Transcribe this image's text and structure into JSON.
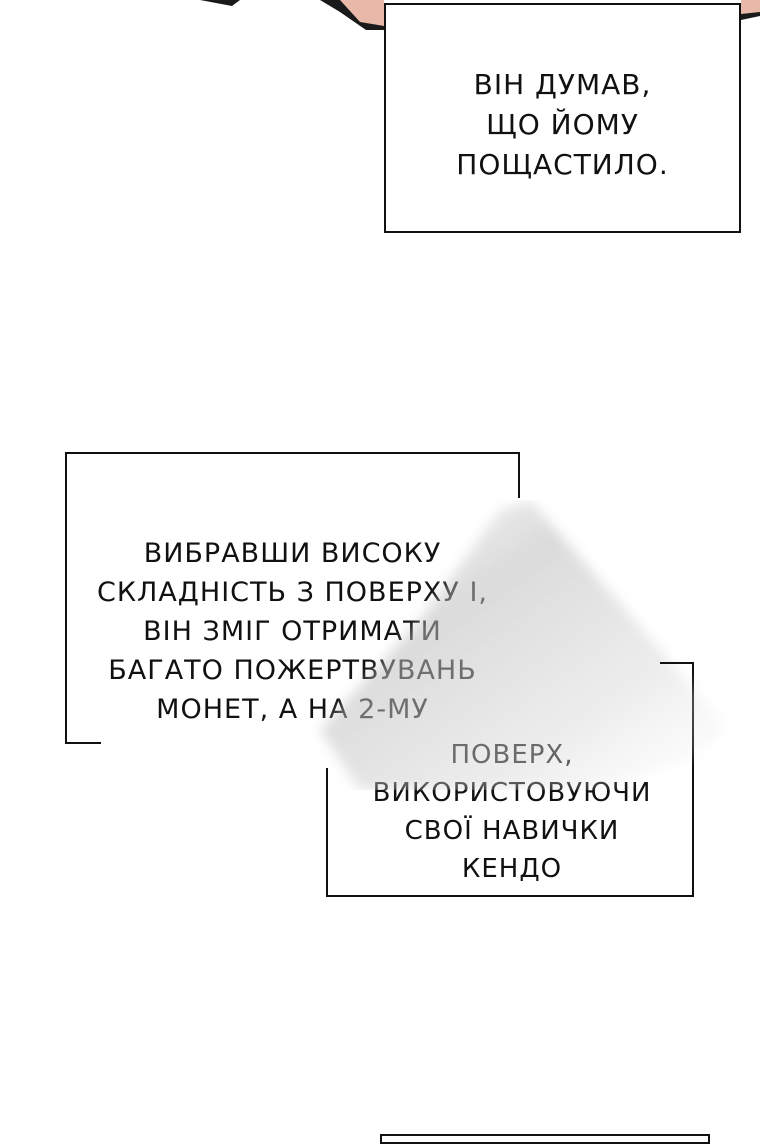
{
  "captions": {
    "box1": {
      "lines": [
        "Він думав,",
        "що йому",
        "пощастило."
      ]
    },
    "box2": {
      "lines": [
        "Вибравши високу",
        "складність з поверху I,",
        "він зміг отримати",
        "багато пожертвувань",
        "монет, а на 2-му"
      ]
    },
    "box3": {
      "lines": [
        "поверх,",
        "використовуючи",
        "свої навички",
        "кендо"
      ]
    }
  },
  "colors": {
    "ink": "#111111",
    "paper": "#ffffff",
    "art_dark": "#1a1a1a",
    "art_skin": "#e8b8a8"
  }
}
